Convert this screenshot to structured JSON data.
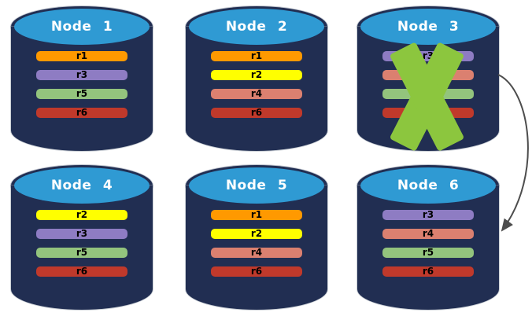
{
  "diagram": {
    "description": "Six replicated database nodes; Node 3 has failed (green X) and its replica set is redirected to Node 6",
    "colors": {
      "cylinder_body": "#212E52",
      "cylinder_top": "#2F9AD3",
      "node_text": "#FFFFFF",
      "bar_text": "#000000",
      "fail_x": "#8CC63E",
      "arrow": "#4D4D4D"
    },
    "replica_colors": {
      "r1": "#FF9900",
      "r2": "#FFFF00",
      "r3": "#8E7CC3",
      "r4": "#DB8070",
      "r5": "#93C47D",
      "r6": "#C0392B"
    },
    "nodes": [
      {
        "label": "Node 1",
        "replicas": [
          "r1",
          "r3",
          "r5",
          "r6"
        ],
        "failed": false
      },
      {
        "label": "Node 2",
        "replicas": [
          "r1",
          "r2",
          "r4",
          "r6"
        ],
        "failed": false
      },
      {
        "label": "Node 3",
        "replicas": [
          "r3",
          "r4",
          "r5",
          "r6"
        ],
        "failed": true
      },
      {
        "label": "Node 4",
        "replicas": [
          "r2",
          "r3",
          "r5",
          "r6"
        ],
        "failed": false
      },
      {
        "label": "Node 5",
        "replicas": [
          "r1",
          "r2",
          "r4",
          "r6"
        ],
        "failed": false
      },
      {
        "label": "Node 6",
        "replicas": [
          "r3",
          "r4",
          "r5",
          "r6"
        ],
        "failed": false
      }
    ],
    "arrow_link": {
      "from": "Node 3",
      "to": "Node 6"
    }
  }
}
